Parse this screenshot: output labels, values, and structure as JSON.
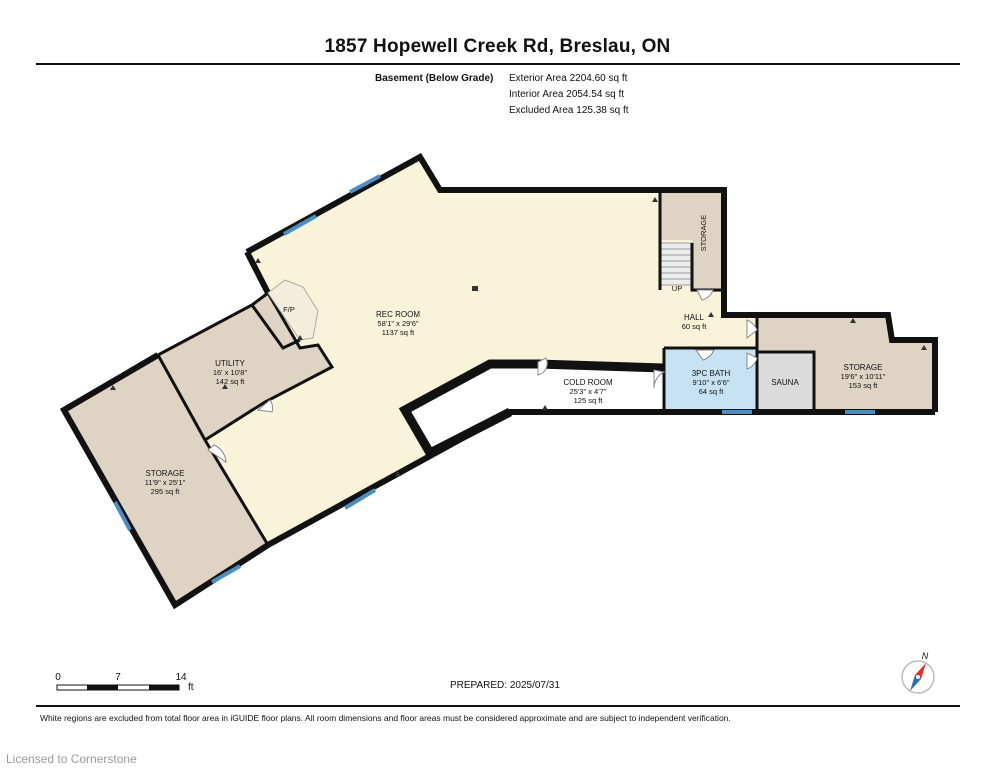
{
  "header": {
    "address": "1857 Hopewell Creek Rd, Breslau, ON"
  },
  "areas": {
    "level_label": "Basement (Below Grade)",
    "exterior": "Exterior Area 2204.60 sq ft",
    "interior": "Interior Area 2054.54 sq ft",
    "excluded": "Excluded Area 125.38 sq ft"
  },
  "rooms": {
    "rec_room": {
      "name": "REC ROOM",
      "dims": "58'1\" x 29'6\"",
      "area": "1137 sq ft"
    },
    "utility": {
      "name": "UTILITY",
      "dims": "16' x 10'8\"",
      "area": "142 sq ft"
    },
    "storage_left": {
      "name": "STORAGE",
      "dims": "11'9\" x 25'1\"",
      "area": "295 sq ft"
    },
    "cold_room": {
      "name": "COLD ROOM",
      "dims": "25'3\" x 4'7\"",
      "area": "125 sq ft"
    },
    "bath": {
      "name": "3PC BATH",
      "dims": "9'10\" x 6'6\"",
      "area": "64 sq ft"
    },
    "sauna": {
      "name": "SAUNA"
    },
    "storage_right": {
      "name": "STORAGE",
      "dims": "19'6\" x 10'11\"",
      "area": "153 sq ft"
    },
    "hall": {
      "name": "HALL",
      "area": "60 sq ft"
    },
    "storage_small": {
      "name": "STORAGE"
    },
    "fireplace": {
      "name": "F/P"
    },
    "stairs_label": "UP"
  },
  "scale": {
    "t0": "0",
    "t7": "7",
    "t14": "14",
    "unit": "ft"
  },
  "compass": {
    "north": "N"
  },
  "prepared": "PREPARED: 2025/07/31",
  "footnote": "White regions are excluded from total floor area in iGUIDE floor plans. All room dimensions and floor areas must be considered approximate and are subject to independent verification.",
  "watermark": "Licensed to Cornerstone",
  "colors": {
    "rec": "#f8f3d9",
    "storage": "#dfd4c4",
    "bath": "#c6e2f3",
    "sauna": "#dbdbdb",
    "wall": "#111111",
    "window": "#4b8fc2",
    "compass_red": "#d9302b",
    "compass_blue": "#2a6fb5"
  }
}
